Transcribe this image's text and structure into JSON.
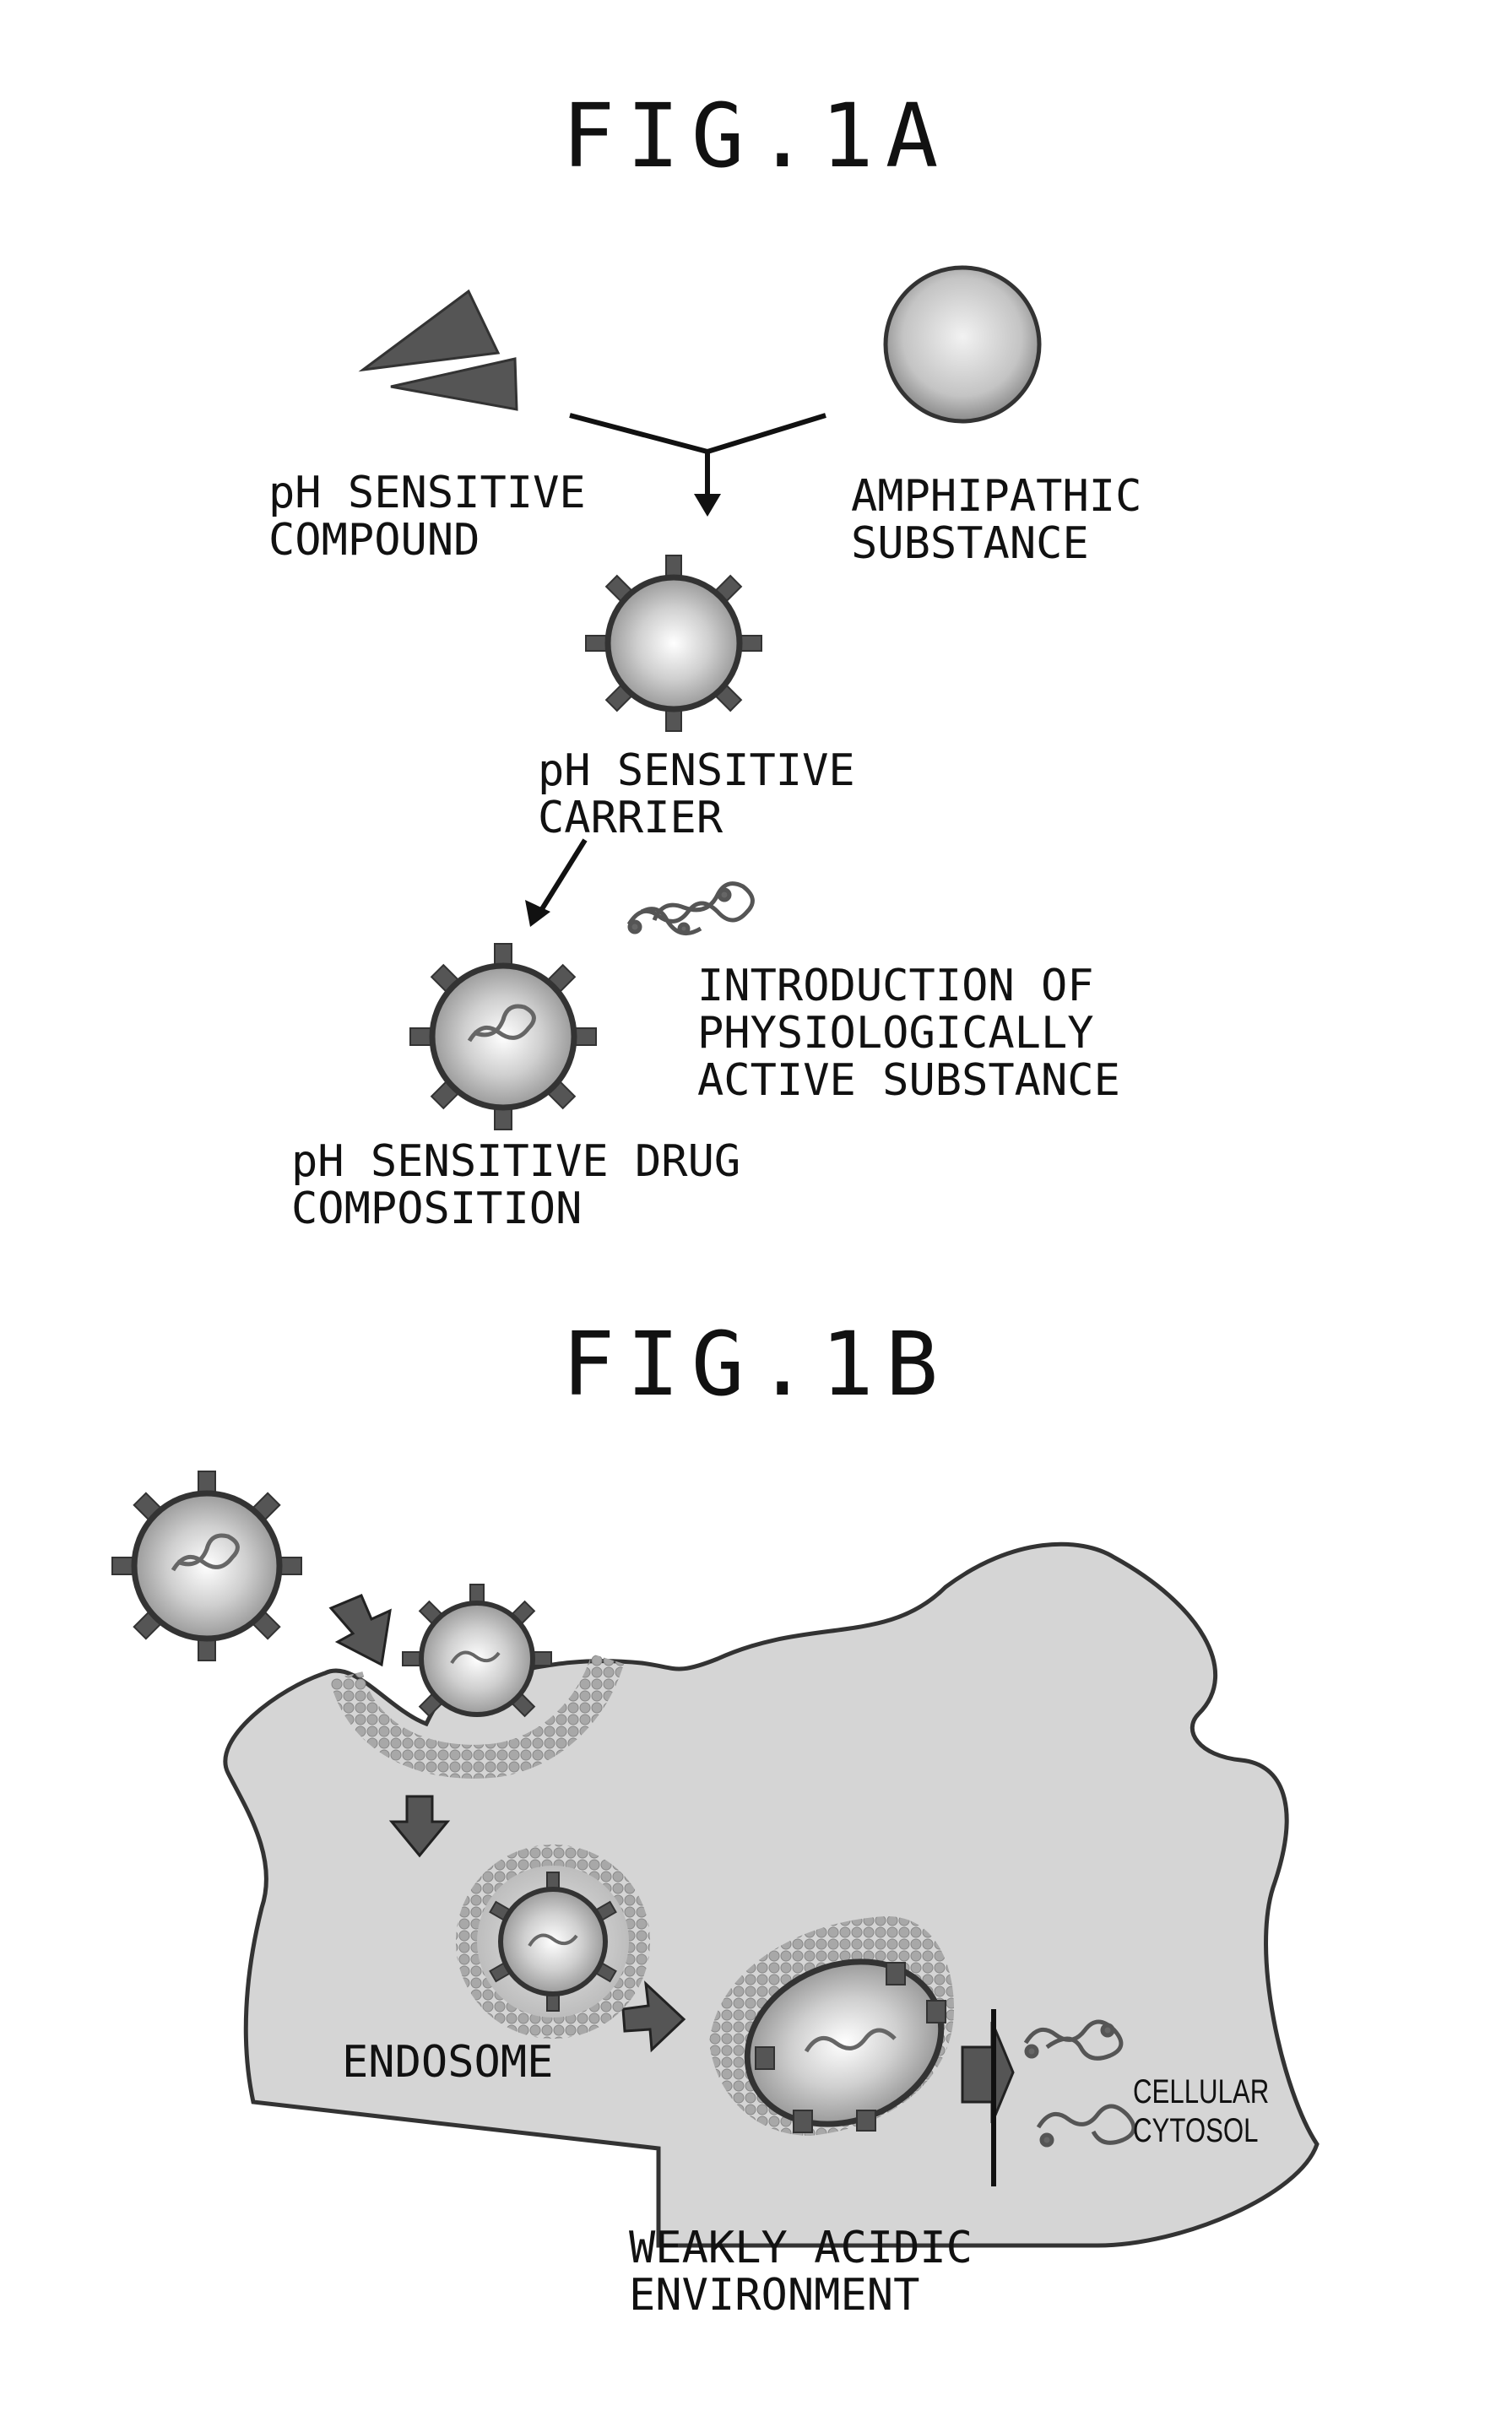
{
  "fig_1a": {
    "title": "FIG.1A",
    "labels": {
      "ph_sensitive_compound": [
        "pH SENSITIVE",
        "COMPOUND"
      ],
      "amphipathic_substance": [
        "AMPHIPATHIC",
        "SUBSTANCE"
      ],
      "ph_sensitive_carrier": [
        "pH SENSITIVE",
        "CARRIER"
      ],
      "introduction": [
        "INTRODUCTION OF",
        "PHYSIOLOGICALLY",
        "ACTIVE SUBSTANCE"
      ],
      "ph_sensitive_drug_composition": [
        "pH SENSITIVE DRUG",
        "COMPOSITION"
      ]
    }
  },
  "fig_1b": {
    "title": "FIG.1B",
    "labels": {
      "endosome": "ENDOSOME",
      "cellular_cytosol": [
        "CELLULAR",
        "CYTOSOL"
      ],
      "weakly_acidic_environment": [
        "WEAKLY ACIDIC",
        "ENVIRONMENT"
      ]
    }
  }
}
